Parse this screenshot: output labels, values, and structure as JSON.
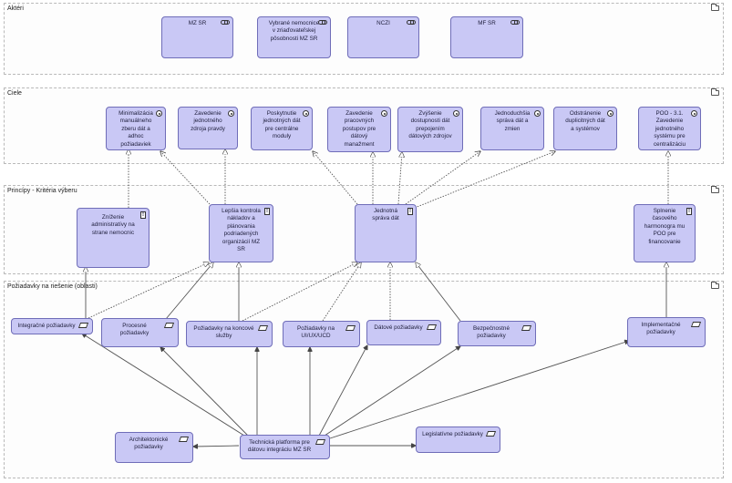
{
  "groups": {
    "aktori": "Aktéri",
    "ciele": "Ciele",
    "principy": "Princípy - Kritéria výberu",
    "poziadavky": "Požiadavky na riešenie (oblasti)"
  },
  "actors": [
    {
      "name": "MZ SR"
    },
    {
      "name": "Vybrané nemocnice v zriaďovateľskej pôsobnosti MZ SR"
    },
    {
      "name": "NCZI"
    },
    {
      "name": "MF SR"
    }
  ],
  "goals": [
    {
      "name": "Minimalizácia manuálneho zberu dát a adhoc požiadaviek"
    },
    {
      "name": "Zavedenie jednotného zdroja pravdy"
    },
    {
      "name": "Poskytnutie jednotných dát pre centrálne moduly"
    },
    {
      "name": "Zavedenie pracovných postupov pre dátový manažment"
    },
    {
      "name": "Zvýšenie dostupnosti dát prepojením dátových zdrojov"
    },
    {
      "name": "Jednoduchšia správa dát a zmien"
    },
    {
      "name": "Odstránenie duplicitných dát a systémov"
    },
    {
      "name": "POO - 3.1. Zavedenie jednotného systému pre centralizáciu"
    }
  ],
  "principles": [
    {
      "name": "Zníženie administratívy na strane nemocnic"
    },
    {
      "name": "Lepšia kontrola nákladov a plánovania podriadených organizácií MZ SR"
    },
    {
      "name": "Jednotná správa dát"
    },
    {
      "name": "Splnenie časového harmonogra mu POO pre financovanie"
    }
  ],
  "requirements": [
    {
      "name": "Integračné požiadavky"
    },
    {
      "name": "Procesné požiadavky"
    },
    {
      "name": "Požiadavky na koncové služby"
    },
    {
      "name": "Požiadavky na UI/UX/UCD"
    },
    {
      "name": "Dátové požiadavky"
    },
    {
      "name": "Bezpečnostné požiadavky"
    },
    {
      "name": "Implementačné požiadavky"
    },
    {
      "name": "Architektonické požiadavky"
    },
    {
      "name": "Technická platforma pre dátovu integráciu MZ SR"
    },
    {
      "name": "Legislatívne požiadavky"
    }
  ]
}
